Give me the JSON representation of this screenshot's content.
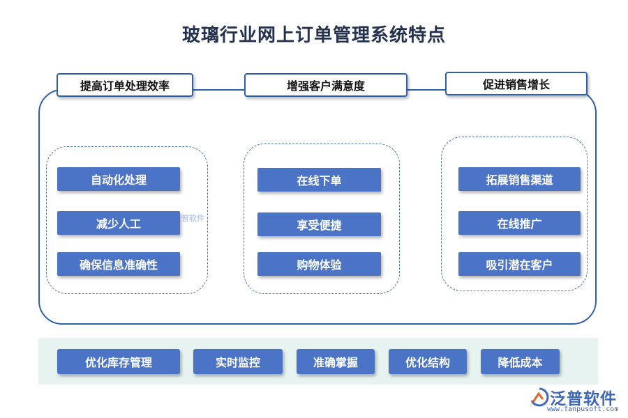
{
  "title": "玻璃行业网上订单管理系统特点",
  "columns": [
    {
      "header": "提高订单处理效率",
      "items": [
        "自动化处理",
        "减少人工",
        "确保信息准确性"
      ]
    },
    {
      "header": "增强客户满意度",
      "items": [
        "在线下单",
        "享受便捷",
        "购物体验"
      ]
    },
    {
      "header": "促进销售增长",
      "items": [
        "拓展销售渠道",
        "在线推广",
        "吸引潜在客户"
      ]
    }
  ],
  "bottom_items": [
    "优化库存管理",
    "实时监控",
    "准确掌握",
    "优化结构",
    "降低成本"
  ],
  "watermark": "泛普软件",
  "logo": {
    "text": "泛普软件",
    "url": "www.fanpusoft.com"
  },
  "colors": {
    "item_fill": "#4b74c6",
    "frame_border": "#2f5fa8",
    "bottom_band": "#e6f3f0",
    "title": "#23304f"
  }
}
